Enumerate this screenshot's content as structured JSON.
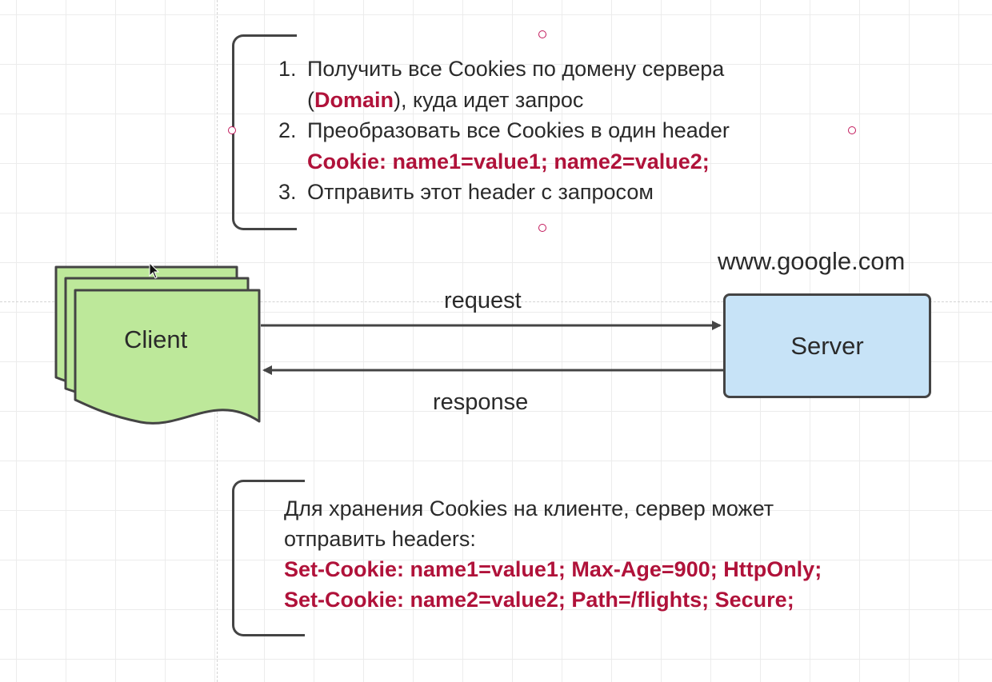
{
  "steps": [
    {
      "num": "1.",
      "line1": "Получить все Cookies по домену сервера",
      "line2_pre": "(",
      "line2_accent": "Domain",
      "line2_post": "), куда идет запрос"
    },
    {
      "num": "2.",
      "line1": "Преобразовать все Cookies в один header",
      "line2_accent": "Cookie: name1=value1; name2=value2;"
    },
    {
      "num": "3.",
      "line1": "Отправить этот header с запросом"
    }
  ],
  "client": {
    "label": "Client"
  },
  "server": {
    "label": "Server",
    "host": "www.google.com"
  },
  "arrows": {
    "request": "request",
    "response": "response"
  },
  "storage": {
    "line1": "Для хранения Cookies на клиенте, сервер может",
    "line2": "отправить headers:",
    "header1": "Set-Cookie: name1=value1; Max-Age=900; HttpOnly;",
    "header2": "Set-Cookie: name2=value2; Path=/flights; Secure;"
  },
  "colors": {
    "accent": "#b0123a",
    "client_fill": "#bde89a",
    "server_fill": "#c7e3f7",
    "stroke": "#444444"
  }
}
